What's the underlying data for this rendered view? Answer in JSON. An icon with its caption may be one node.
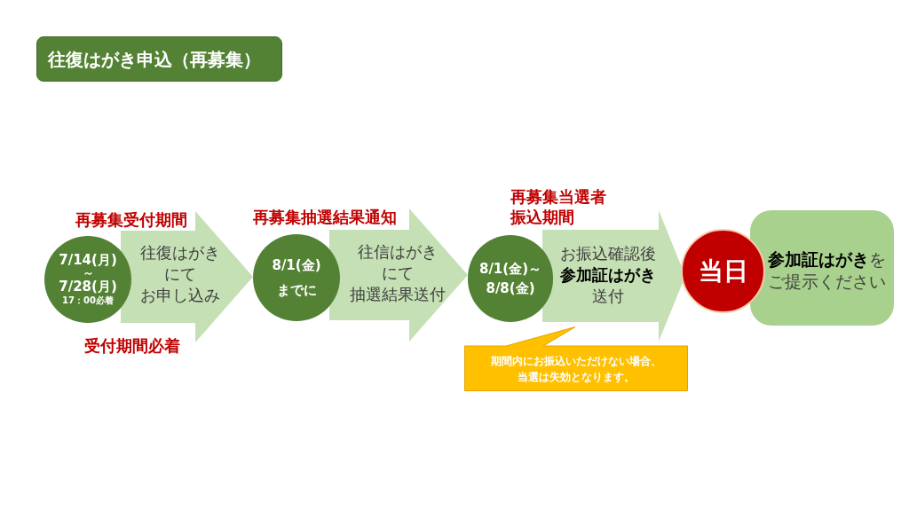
{
  "diagram": {
    "title": "往復はがき申込（再募集）",
    "nodes": [
      {
        "text": [
          "7/14(月)",
          "～",
          "7/28(月)",
          "17：00必着"
        ]
      },
      {
        "text": [
          "8/1(金)",
          "までに"
        ]
      },
      {
        "text": [
          "8/1(金)～",
          "8/8(金)"
        ]
      },
      {
        "text": [
          "当日"
        ]
      },
      {
        "text": [
          "**参加証はがき**をご提示ください"
        ]
      },
      {
        "text": [
          "期間内にお振込いただけない場合、当選は失効となります。"
        ]
      }
    ],
    "edges": [
      {
        "from": 0,
        "to": 1,
        "arrow": "to",
        "style": "thick",
        "label": "往復はがきにてお申し込み"
      },
      {
        "from": 1,
        "to": 2,
        "arrow": "to",
        "style": "thick",
        "label": "往信はがきにて抽選結果送付"
      },
      {
        "from": 2,
        "to": 3,
        "arrow": "to",
        "style": "thick",
        "label": "お振込確認後**参加証はがき**送付"
      }
    ],
    "labels": [
      "再募集受付期間",
      "再募集抽選結果通知",
      "再募集当選者振込期間",
      "受付期間必着"
    ]
  }
}
